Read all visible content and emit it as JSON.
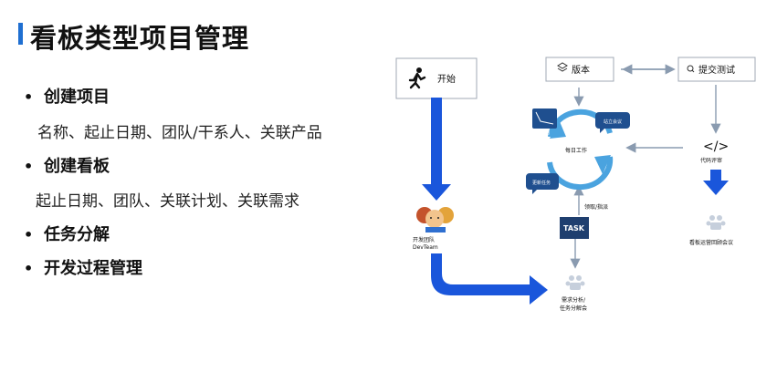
{
  "slide": {
    "title": "看板类型项目管理",
    "accent_color": "#1f6fd1"
  },
  "bullets": [
    {
      "label": "创建项目",
      "detail": "名称、起止日期、团队/干系人、关联产品"
    },
    {
      "label": "创建看板",
      "detail": "起止日期、团队、关联计划、关联需求"
    },
    {
      "label": "任务分解",
      "detail": ""
    },
    {
      "label": "开发过程管理",
      "detail": ""
    }
  ],
  "diagram": {
    "start": {
      "label": "开始",
      "icon": "runner-icon"
    },
    "version": {
      "label": "版本",
      "icon": "layers-icon"
    },
    "submit_test": {
      "label": "提交测试",
      "icon": "search-icon"
    },
    "daily_work": {
      "label": "每日工作"
    },
    "burndown": {
      "label": "燃尽图",
      "icon": "burndown-chart-icon"
    },
    "confirm_meeting": {
      "label": "站立会议"
    },
    "update_task": {
      "label": "更新任务"
    },
    "code_review": {
      "label": "代码评审",
      "icon": "code-icon"
    },
    "kanban_meeting": {
      "label": "看板运营回顾会议",
      "icon": "team-icon"
    },
    "dev_team": {
      "label": "开发团队",
      "sublabel": "DevTeam",
      "icon": "team-faces-icon"
    },
    "task": {
      "label": "TASK",
      "caption": "领取/指派"
    },
    "requirement": {
      "line1": "需求分析/",
      "line2": "任务分解会",
      "icon": "team-icon"
    },
    "arrow_color": "#1a56db",
    "grey_arrow_color": "#8a9bb0"
  }
}
